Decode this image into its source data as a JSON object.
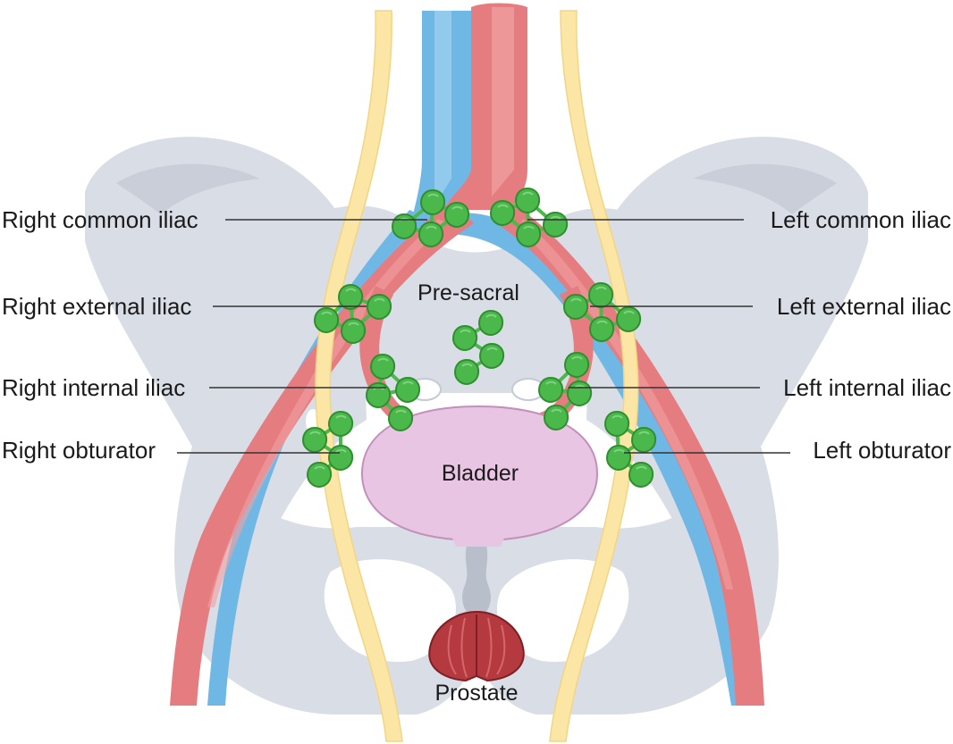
{
  "labels": {
    "right_common_iliac": "Right common iliac",
    "left_common_iliac": "Left common iliac",
    "right_external_iliac": "Right external iliac",
    "left_external_iliac": "Left external iliac",
    "right_internal_iliac": "Right internal iliac",
    "left_internal_iliac": "Left internal iliac",
    "right_obturator": "Right obturator",
    "left_obturator": "Left obturator",
    "pre_sacral": "Pre-sacral",
    "bladder": "Bladder",
    "prostate": "Prostate"
  },
  "colors": {
    "bone": "#d9dde5",
    "bone_shadow": "#c5cad4",
    "artery": "#e57c80",
    "artery_light": "#f0a0a2",
    "vein": "#6fb8e6",
    "nerve": "#fbe6a6",
    "lymph_node": "#4bb84b",
    "lymph_node_dark": "#2f8f2f",
    "bladder": "#e8c5e2",
    "prostate": "#b53a3f",
    "leader_line": "#333333"
  }
}
